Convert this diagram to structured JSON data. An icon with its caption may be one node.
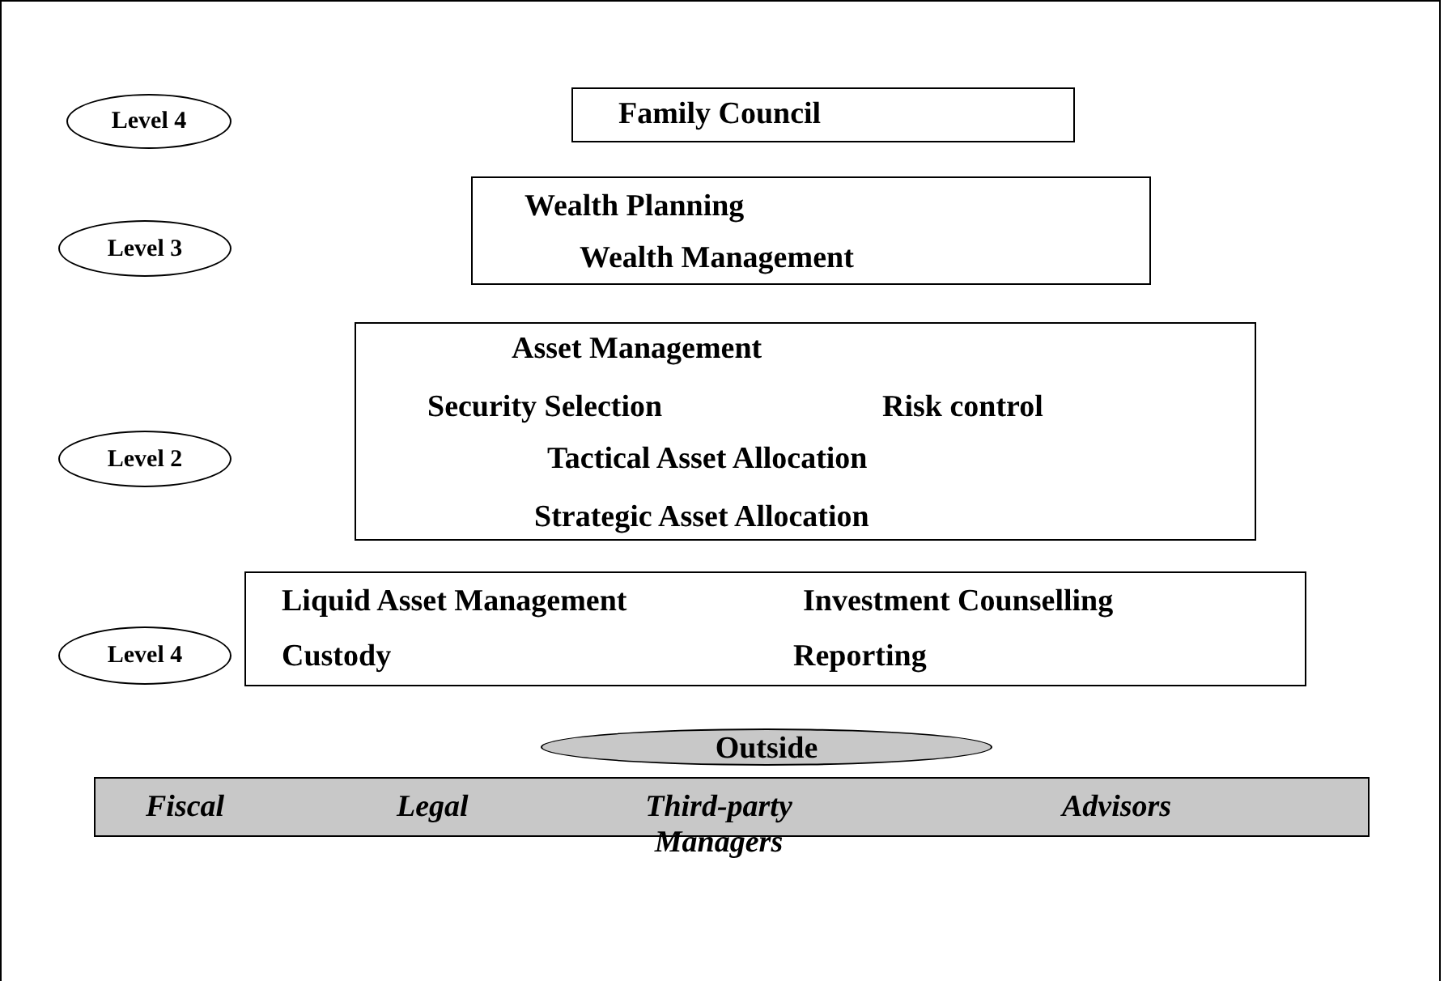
{
  "diagram": {
    "nodes": [
      {
        "text": [
          "Level 4"
        ]
      },
      {
        "text": [
          "Family Council"
        ]
      },
      {
        "text": [
          "Level 3"
        ]
      },
      {
        "text": [
          "Wealth Planning",
          "Wealth Management"
        ]
      },
      {
        "text": [
          "Level 2"
        ]
      },
      {
        "text": [
          "Asset Management",
          "Security Selection",
          "Risk control",
          "Tactical Asset Allocation",
          "Strategic Asset Allocation"
        ]
      },
      {
        "text": [
          "Level 4"
        ]
      },
      {
        "text": [
          "Liquid Asset Management",
          "Investment Counselling",
          "Custody",
          "Reporting"
        ]
      },
      {
        "text": [
          "Outside"
        ]
      },
      {
        "text": [
          "Fiscal",
          "Legal",
          "Third-party Managers",
          "Advisors"
        ]
      }
    ]
  }
}
